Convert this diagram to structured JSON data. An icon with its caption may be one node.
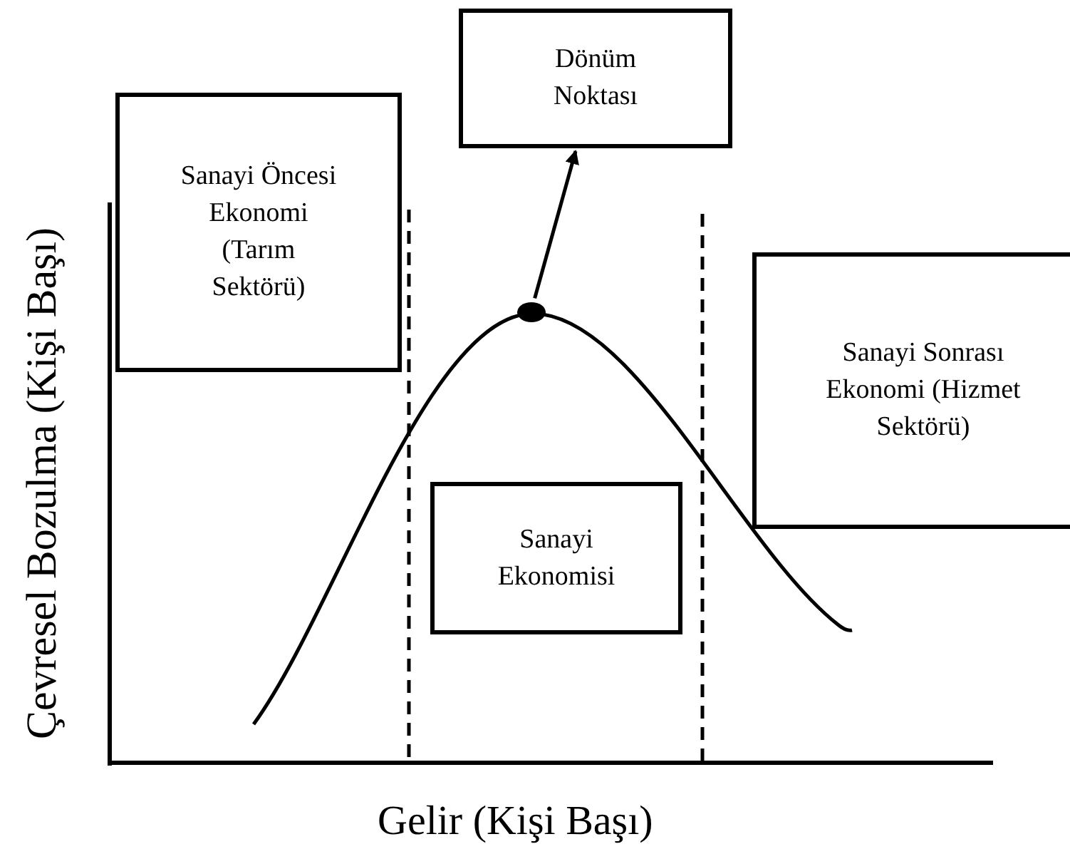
{
  "diagram": {
    "nodes": [
      {
        "text": [
          "Sanayi Öncesi Ekonomi (Tarım Sektörü)"
        ]
      },
      {
        "text": [
          "Dönüm Noktası"
        ]
      },
      {
        "text": [
          "Sanayi Ekonomisi"
        ]
      },
      {
        "text": [
          "Sanayi Sonrası Ekonomi (Hizmet Sektörü)"
        ]
      },
      {
        "text": [],
        "shape": "circle"
      }
    ],
    "edges": [
      {
        "from": 4,
        "to": 1,
        "arrow": "to"
      }
    ],
    "labels": [
      "Çevresel Bozulma (Kişi Başı)",
      "Gelir (Kişi Başı)"
    ]
  }
}
